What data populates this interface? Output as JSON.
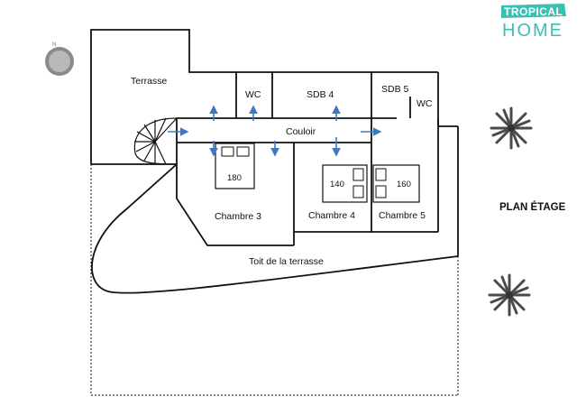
{
  "brand": {
    "logo_top": "TROPICAL",
    "logo_bottom": "HOME",
    "logo_color": "#3bbfb1"
  },
  "plan_title": "PLAN ÉTAGE",
  "rooms": {
    "terrasse": "Terrasse",
    "wc1": "WC",
    "sdb4": "SDB 4",
    "sdb5": "SDB 5",
    "wc2": "WC",
    "couloir": "Couloir",
    "chambre3": "Chambre 3",
    "chambre4": "Chambre 4",
    "chambre5": "Chambre 5",
    "toit": "Toit de la terrasse"
  },
  "beds": {
    "chambre3": "180",
    "chambre4": "140",
    "chambre5": "160"
  },
  "compass_label": "N",
  "colors": {
    "arrow": "#3e79c0",
    "walls": "#111111",
    "compass": "#8a8a8a",
    "palm": "#4a4a4a"
  },
  "icons": [
    "compass-icon",
    "palm-tree-icon",
    "bed-icon",
    "arrow-icon",
    "staircase-icon"
  ]
}
